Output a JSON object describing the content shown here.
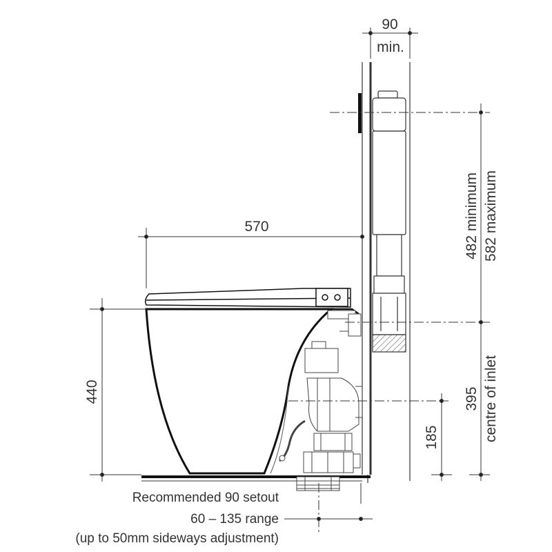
{
  "dimensions": {
    "wall_gap_value": "90",
    "wall_gap_label": "min.",
    "pan_depth": "570",
    "pan_height": "440",
    "cistern_min": "482 minimum",
    "cistern_max": "582 maximum",
    "inlet_height": "395",
    "inlet_label": "centre of inlet",
    "outlet_height": "185"
  },
  "setout_note": {
    "line1": "Recommended 90 setout",
    "line2": "60 – 135 range",
    "line3": "(up to 50mm sideways adjustment)"
  },
  "colors": {
    "line": "#333333",
    "outline": "#111111"
  }
}
